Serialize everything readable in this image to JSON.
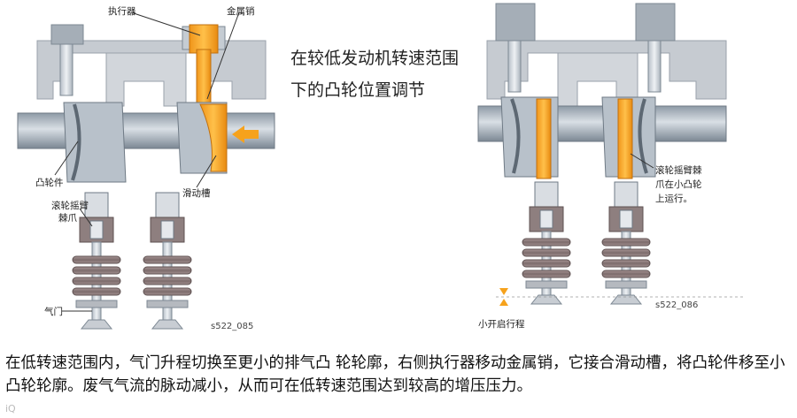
{
  "title": "在较低发动机转速范围下的凸轮位置调节",
  "caption": "在低转速范围内，气门升程切换至更小的排气凸 轮轮廓，右侧执行器移动金属销，它接合滑动槽，将凸轮件移至小凸轮轮廓。废气气流的脉动减小，从而可在低转速范围达到较高的增压压力。",
  "left_figure": {
    "id": "s522_085",
    "labels": {
      "actuator": "执行器",
      "metal_pin": "金属销",
      "cam_piece": "凸轮件",
      "sliding_groove": "滑动槽",
      "roller_rocker": "滚轮摇臂",
      "roller_rocker_2": "棘爪",
      "valve": "气门"
    }
  },
  "right_figure": {
    "id": "s522_086",
    "note_line1": "滚轮摇臂棘",
    "note_line2": "爪在小凸轮",
    "note_line3": "上运行。",
    "small_lift": "小开启行程"
  },
  "watermark": "iQ",
  "colors": {
    "orange": "#f5a01a",
    "steel": "#a9b4bf",
    "steel_dark": "#7d8893",
    "housing": "#c6cbd1",
    "spring": "#8f8080",
    "spring_dark": "#5f5252"
  }
}
